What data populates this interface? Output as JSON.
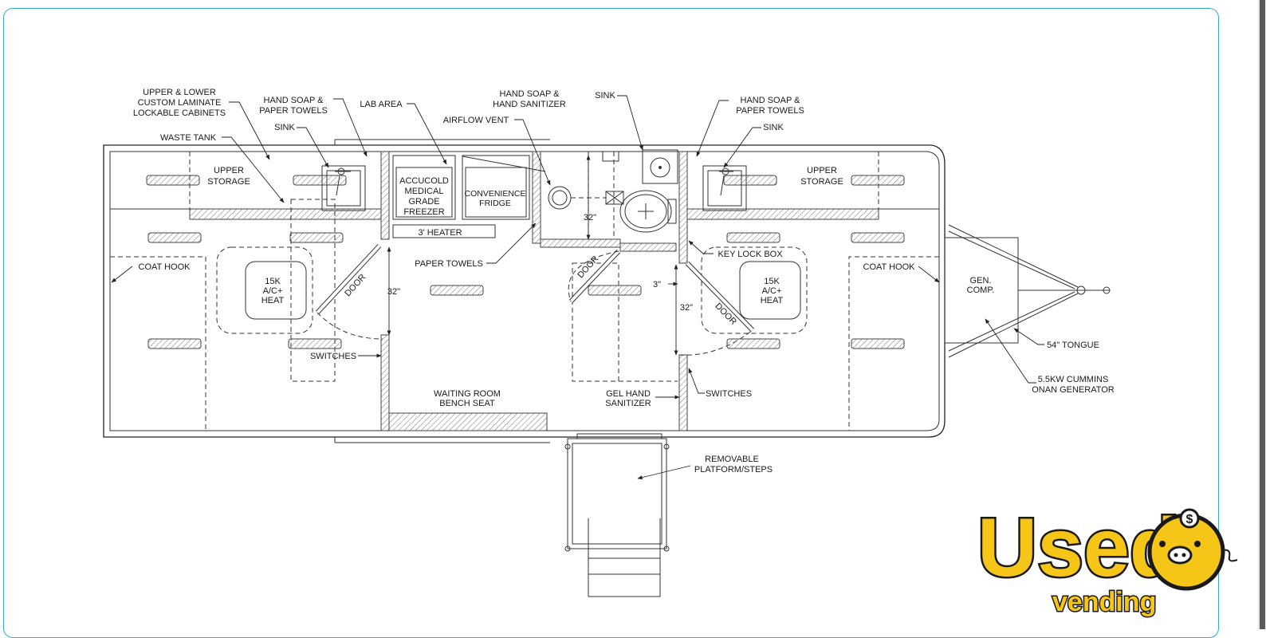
{
  "labels": {
    "upper_lower_1": "UPPER & LOWER",
    "upper_lower_2": "CUSTOM LAMINATE",
    "upper_lower_3": "LOCKABLE CABINETS",
    "waste_tank": "WASTE TANK",
    "hs_pt_left_1": "HAND SOAP &",
    "hs_pt_left_2": "PAPER TOWELS",
    "sink_left": "SINK",
    "lab_area": "LAB AREA",
    "airflow_vent": "AIRFLOW VENT",
    "hs_hsan_1": "HAND SOAP &",
    "hs_hsan_2": "HAND SANITIZER",
    "sink_mid": "SINK",
    "hs_pt_right_1": "HAND SOAP &",
    "hs_pt_right_2": "PAPER TOWELS",
    "sink_right": "SINK",
    "upper_storage_left_1": "UPPER",
    "upper_storage_left_2": "STORAGE",
    "upper_storage_right_1": "UPPER",
    "upper_storage_right_2": "STORAGE",
    "freezer_1": "ACCUCOLD",
    "freezer_2": "MEDICAL",
    "freezer_3": "GRADE",
    "freezer_4": "FREEZER",
    "fridge_1": "CONVENIENCE",
    "fridge_2": "FRIDGE",
    "heater": "3' HEATER",
    "paper_towels": "PAPER TOWELS",
    "key_lock_box": "KEY LOCK BOX",
    "coat_hook_left": "COAT HOOK",
    "coat_hook_right": "COAT HOOK",
    "heat_left_1": "15K",
    "heat_left_2": "A/C+",
    "heat_left_3": "HEAT",
    "heat_right_1": "15K",
    "heat_right_2": "A/C+",
    "heat_right_3": "HEAT",
    "door_left": "DOOR",
    "door_mid": "DOOR",
    "door_right": "DOOR",
    "dim_32_left": "32\"",
    "dim_32_mid": "32\"",
    "dim_32_right": "32\"",
    "dim_3": "3\"",
    "switches_left": "SWITCHES",
    "switches_right": "SWITCHES",
    "bench_1": "WAITING ROOM",
    "bench_2": "BENCH SEAT",
    "gel_1": "GEL HAND",
    "gel_2": "SANITIZER",
    "gen_1": "GEN.",
    "gen_2": "COMP.",
    "tongue": "54\" TONGUE",
    "generator_1": "5.5KW CUMMINS",
    "generator_2": "ONAN GENERATOR",
    "platform_1": "REMOVABLE",
    "platform_2": "PLATFORM/STEPS"
  },
  "logo": {
    "word_1": "Used",
    "word_2": "vending",
    "coin_symbol": "$",
    "icon": "pig-coin-icon",
    "fill_color": "#f5c518",
    "outline_color": "#1a1a1a"
  }
}
